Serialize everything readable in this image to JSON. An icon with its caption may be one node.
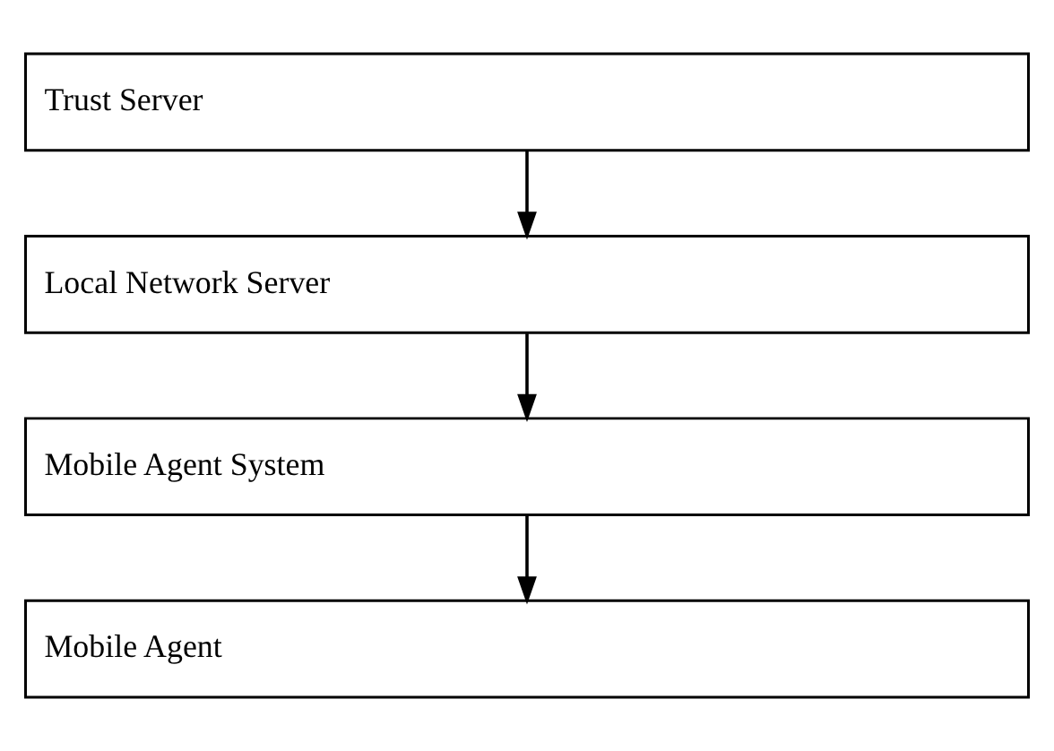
{
  "diagram": {
    "nodes": [
      {
        "text": [
          "Trust Server"
        ]
      },
      {
        "text": [
          "Local Network Server"
        ]
      },
      {
        "text": [
          "Mobile Agent System"
        ]
      },
      {
        "text": [
          "Mobile Agent"
        ]
      }
    ],
    "edges": [
      {
        "from": 0,
        "to": 1,
        "arrow": "to"
      },
      {
        "from": 1,
        "to": 2,
        "arrow": "to"
      },
      {
        "from": 2,
        "to": 3,
        "arrow": "to"
      }
    ]
  }
}
